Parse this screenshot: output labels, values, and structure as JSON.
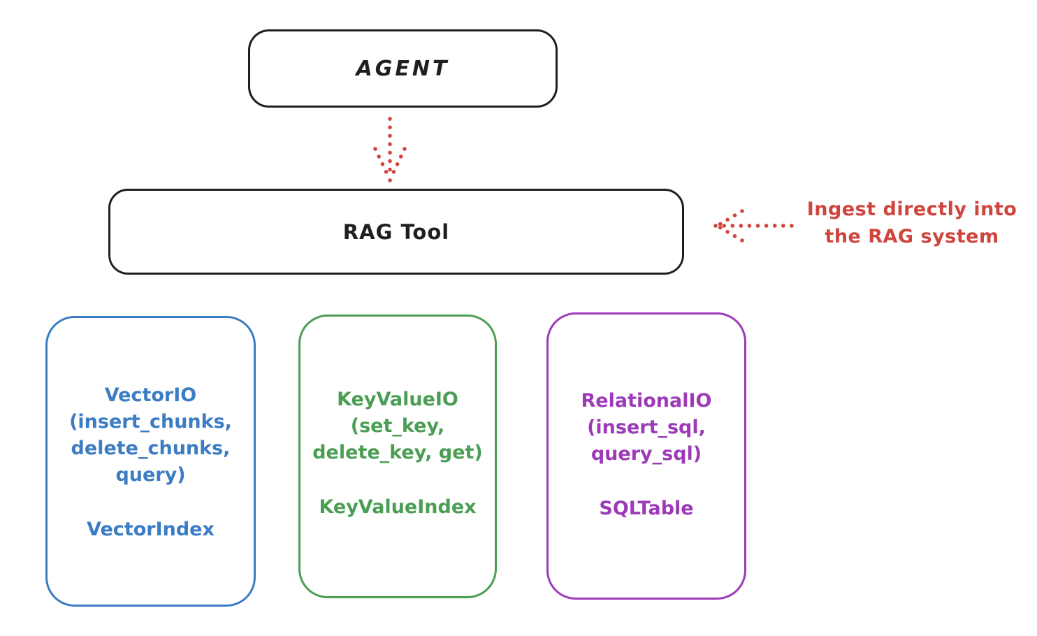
{
  "diagram": {
    "agent_box": {
      "label": "AGENT"
    },
    "rag_tool_box": {
      "label": "RAG Tool"
    },
    "annotation": {
      "line1": "Ingest directly into",
      "line2": "the RAG system"
    },
    "io_boxes": [
      {
        "id": "vector-io",
        "lines": [
          "VectorIO",
          "(insert_chunks,",
          "delete_chunks,",
          "query)"
        ],
        "footer": "VectorIndex",
        "color": "#3b7cc4"
      },
      {
        "id": "keyvalue-io",
        "lines": [
          "KeyValueIO",
          "(set_key,",
          "delete_key, get)"
        ],
        "footer": "KeyValueIndex",
        "color": "#4a9e53"
      },
      {
        "id": "relational-io",
        "lines": [
          "RelationalIO",
          "(insert_sql,",
          "query_sql)"
        ],
        "footer": "SQLTable",
        "color": "#9c3ab8"
      }
    ],
    "colors": {
      "outline_black": "#1f1f1f",
      "annotation_red": "#cf453e",
      "vector_blue": "#3b7cc4",
      "keyvalue_green": "#4a9e53",
      "relational_purple": "#9c3ab8",
      "background": "#ffffff"
    }
  }
}
